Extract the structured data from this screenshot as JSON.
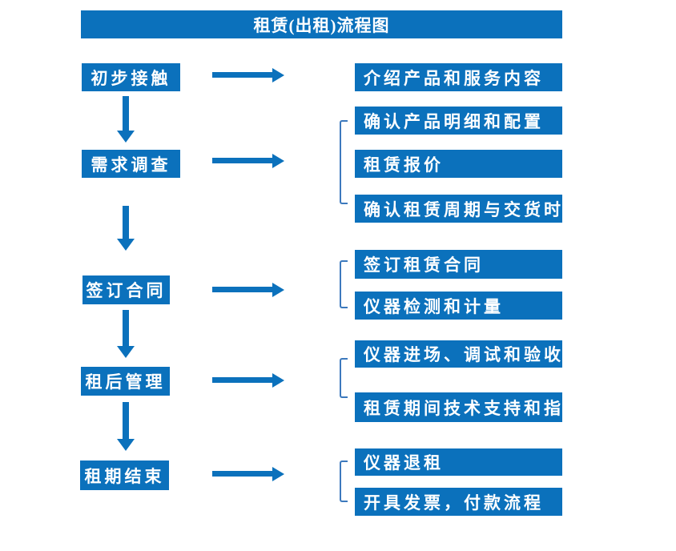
{
  "title": "租赁(出租)流程图",
  "colors": {
    "box_fill": "#0b71bc",
    "bracket_line": "#3c79bd",
    "box_text": "#ffffff",
    "background": "#ffffff"
  },
  "flow": {
    "steps": [
      {
        "label": "初步接触",
        "outputs": [
          "介绍产品和服务内容"
        ]
      },
      {
        "label": "需求调查",
        "outputs": [
          "确认产品明细和配置",
          "租赁报价",
          "确认租赁周期与交货时间"
        ]
      },
      {
        "label": "签订合同",
        "outputs": [
          "签订租赁合同",
          "仪器检测和计量"
        ]
      },
      {
        "label": "租后管理",
        "outputs": [
          "仪器进场、调试和验收",
          "租赁期间技术支持和指导"
        ]
      },
      {
        "label": "租期结束",
        "outputs": [
          "仪器退租",
          "开具发票，付款流程"
        ]
      }
    ]
  }
}
